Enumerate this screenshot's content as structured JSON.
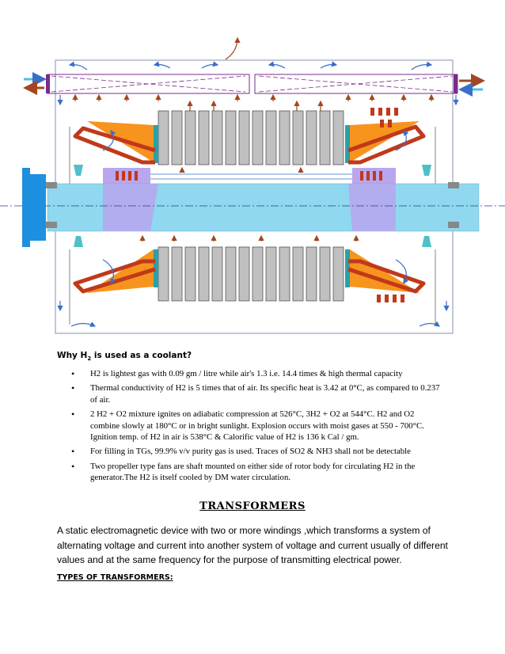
{
  "coolant": {
    "heading_prefix": "Why H",
    "heading_sub": "2",
    "heading_suffix": " is used as a coolant?",
    "bullets": [
      "H2  is  lightest  gas  with    0.09 gm / litre while air's 1.3  i.e. 14.4  times & high thermal capacity",
      "Thermal conductivity  of  H2  is  5 times that of  air.  Its specific heat is  3.42 at 0°C,  as compared to  0.237  of  air.",
      "2 H2 + O2 mixture ignites  on  adiabatic compression  at    526°C,    3H2 + O2  at  544°C. H2  and O2  combine  slowly  at 180°C or  in bright sunlight.  Explosion occurs  with  moist  gases at  550 - 700°C. Ignition temp. of  H2  in air is 538°C & Calorific value of H2 is 136 k Cal / gm.",
      "For  filling  in  TGs,  99.9%  v/v    purity gas is used.  Traces of  SO2  & NH3 shall not be detectable",
      "Two propeller type fans are shaft mounted on either side of rotor body for circulating H2 in the generator.The H2 is itself cooled by DM water circulation."
    ]
  },
  "transformers": {
    "title": "TRANSFORMERS",
    "paragraph": "A static electromagnetic device with two or more windings ,which transforms a system of alternating voltage and current into another system of voltage and current usually of different values and at the same frequency for the purpose of transmitting electrical power.",
    "types_heading": "TYPES OF TRANSFORMERS:"
  },
  "colors": {
    "shaft": "#8fd8f0",
    "coupling": "#1e90e0",
    "core": "#c0c0c0",
    "winding": "#c0391b",
    "wedge": "#f7941d",
    "frame": "#7a2b8c",
    "rotor": "#b9a6ee",
    "arrow_blue": "#3a6fc8",
    "arrow_red": "#a3471f",
    "teal": "#2aa0a8"
  }
}
